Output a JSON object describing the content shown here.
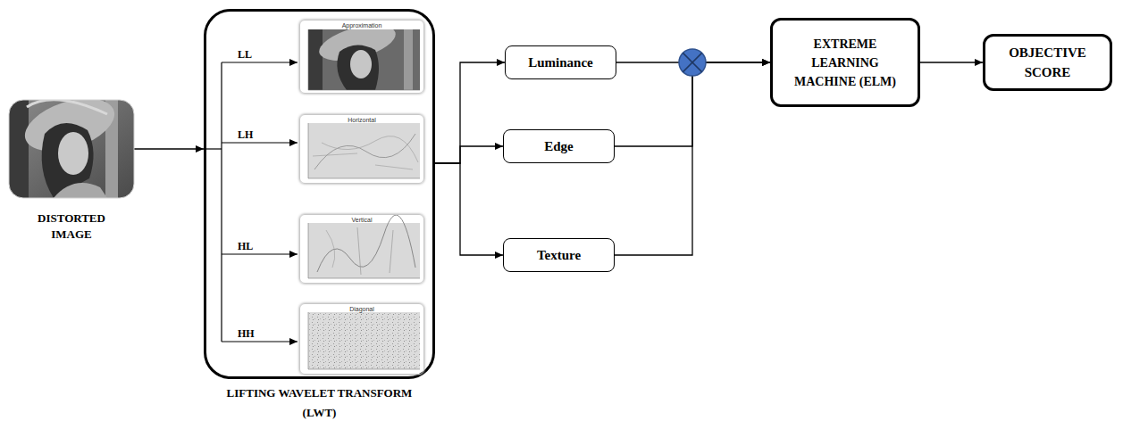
{
  "diagram": {
    "nodes": [
      {
        "text": [
          "DISTORTED IMAGE"
        ]
      },
      {
        "text": [
          "LIFTING WAVELET TRANSFORM (LWT)"
        ]
      },
      {
        "text": [
          "Approximation"
        ],
        "in": 1
      },
      {
        "text": [
          "Horizontal"
        ],
        "in": 1
      },
      {
        "text": [
          "Vertical"
        ],
        "in": 1
      },
      {
        "text": [
          "Diagonal"
        ],
        "in": 1
      },
      {
        "text": [
          "Luminance"
        ]
      },
      {
        "text": [
          "Edge"
        ]
      },
      {
        "text": [
          "Texture"
        ]
      },
      {
        "text": [
          "EXTREME LEARNING MACHINE (ELM)"
        ]
      },
      {
        "text": [
          "OBJECTIVE SCORE"
        ]
      }
    ],
    "edges": [
      {
        "from": 0,
        "to": 1,
        "arrow": "to"
      },
      {
        "from": 1,
        "to": 6,
        "arrow": "to"
      },
      {
        "from": 1,
        "to": 7,
        "arrow": "to"
      },
      {
        "from": 1,
        "to": 8,
        "arrow": "to"
      },
      {
        "from": 6,
        "to": 9,
        "arrow": "to"
      },
      {
        "from": 7,
        "to": 9,
        "arrow": "to"
      },
      {
        "from": 8,
        "to": 9,
        "arrow": "to"
      },
      {
        "from": 9,
        "to": 10,
        "arrow": "to"
      }
    ],
    "labels": [
      "LL",
      "LH",
      "HL",
      "HH"
    ]
  }
}
